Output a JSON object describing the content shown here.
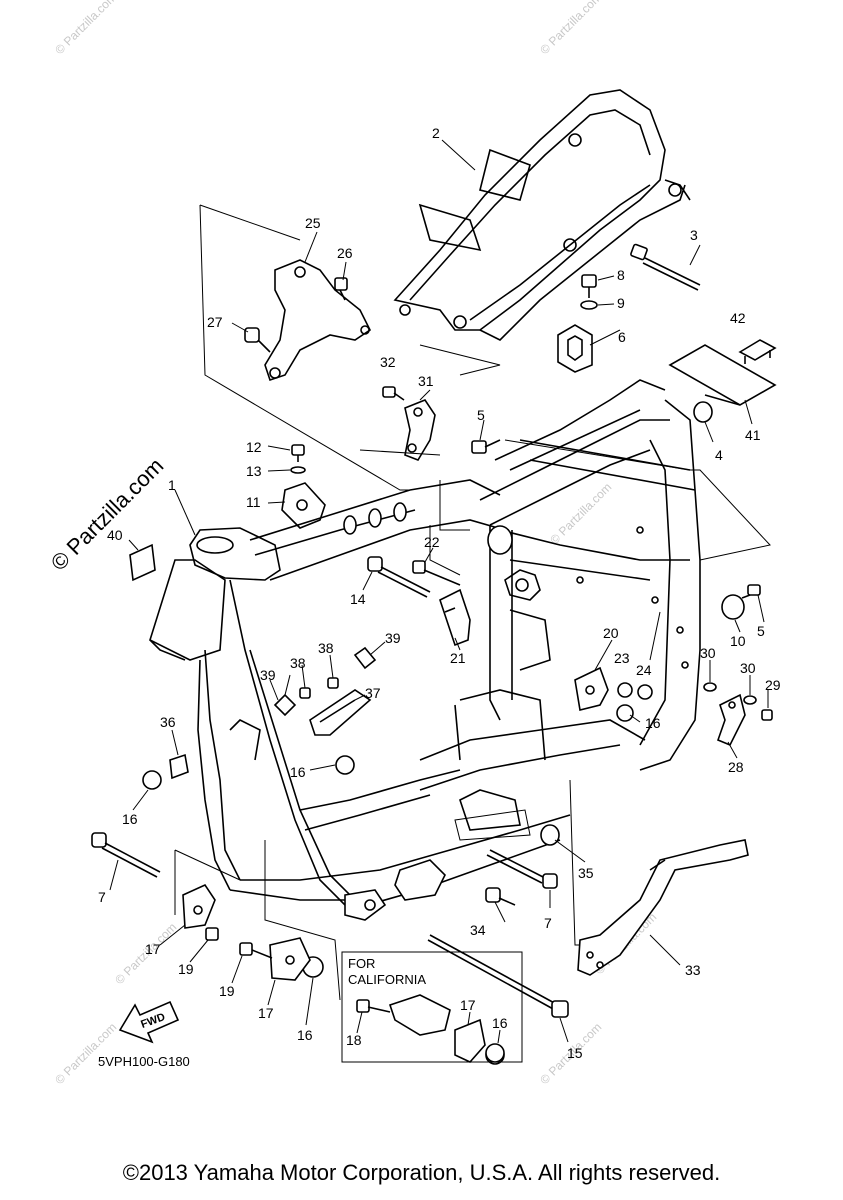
{
  "watermark_main": "© Partzilla.com",
  "watermark_faint": "© Partzilla.com",
  "diagram_code": "5VPH100-G180",
  "fwd_label": "FWD",
  "inset_label_line1": "FOR",
  "inset_label_line2": "CALIFORNIA",
  "copyright": "©2013 Yamaha Motor Corporation, U.S.A. All rights reserved.",
  "callouts": {
    "c1": "1",
    "c2": "2",
    "c3": "3",
    "c4": "4",
    "c5a": "5",
    "c5b": "5",
    "c6": "6",
    "c7a": "7",
    "c7b": "7",
    "c8": "8",
    "c9": "9",
    "c10": "10",
    "c11": "11",
    "c12": "12",
    "c13": "13",
    "c14": "14",
    "c15": "15",
    "c16a": "16",
    "c16b": "16",
    "c16c": "16",
    "c16d": "16",
    "c16e": "16",
    "c17a": "17",
    "c17b": "17",
    "c17c": "17",
    "c18": "18",
    "c19a": "19",
    "c19b": "19",
    "c20": "20",
    "c21": "21",
    "c22": "22",
    "c23": "23",
    "c24": "24",
    "c25": "25",
    "c26": "26",
    "c27": "27",
    "c28": "28",
    "c29": "29",
    "c30a": "30",
    "c30b": "30",
    "c31": "31",
    "c32": "32",
    "c33": "33",
    "c34": "34",
    "c35": "35",
    "c36": "36",
    "c37": "37",
    "c38a": "38",
    "c38b": "38",
    "c39a": "39",
    "c39b": "39",
    "c40": "40",
    "c41": "41",
    "c42": "42"
  }
}
